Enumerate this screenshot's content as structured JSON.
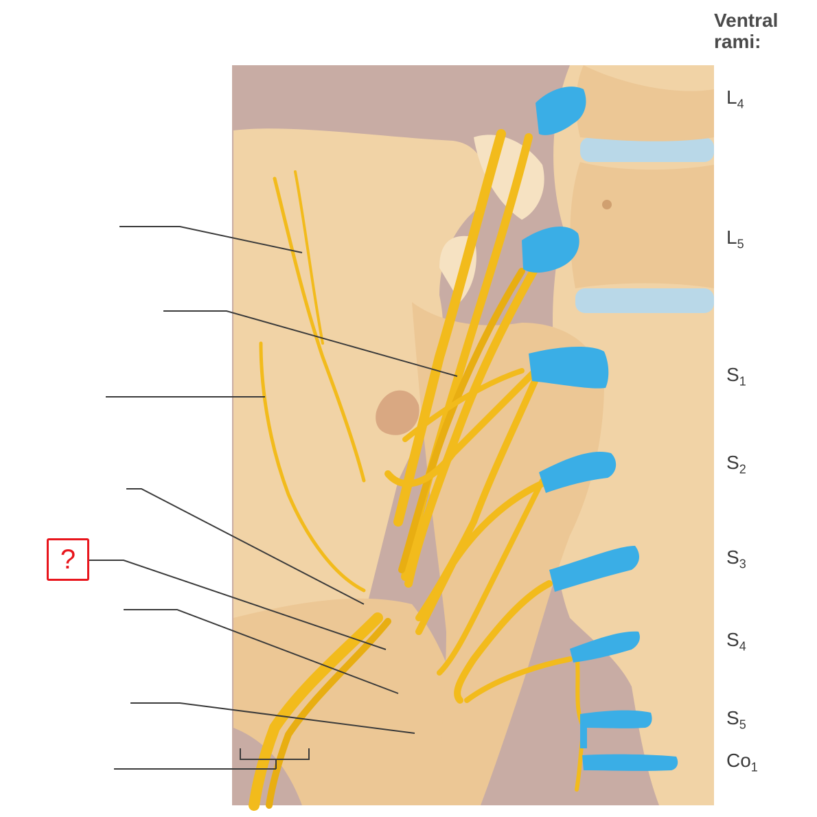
{
  "header": {
    "line1": "Ventral",
    "line2": "rami:"
  },
  "rami": [
    {
      "key": "L4",
      "letter": "L",
      "sub": "4"
    },
    {
      "key": "L5",
      "letter": "L",
      "sub": "5"
    },
    {
      "key": "S1",
      "letter": "S",
      "sub": "1"
    },
    {
      "key": "S2",
      "letter": "S",
      "sub": "2"
    },
    {
      "key": "S3",
      "letter": "S",
      "sub": "3"
    },
    {
      "key": "S4",
      "letter": "S",
      "sub": "4"
    },
    {
      "key": "S5",
      "letter": "S",
      "sub": "5"
    },
    {
      "key": "Co1",
      "letter": "Co",
      "sub": "1"
    }
  ],
  "annotation": {
    "text": "?"
  },
  "colors": {
    "background": "#c8aca4",
    "bone": "#f1d3a6",
    "bone_shadow": "#dcb588",
    "nerve": "#f2bb1c",
    "nerve_dark": "#d99a0c",
    "root_blue": "#3aaee6",
    "disc": "#b9d8e8",
    "leader_line": "#3a3a3a",
    "annotation_red": "#e8151c"
  }
}
